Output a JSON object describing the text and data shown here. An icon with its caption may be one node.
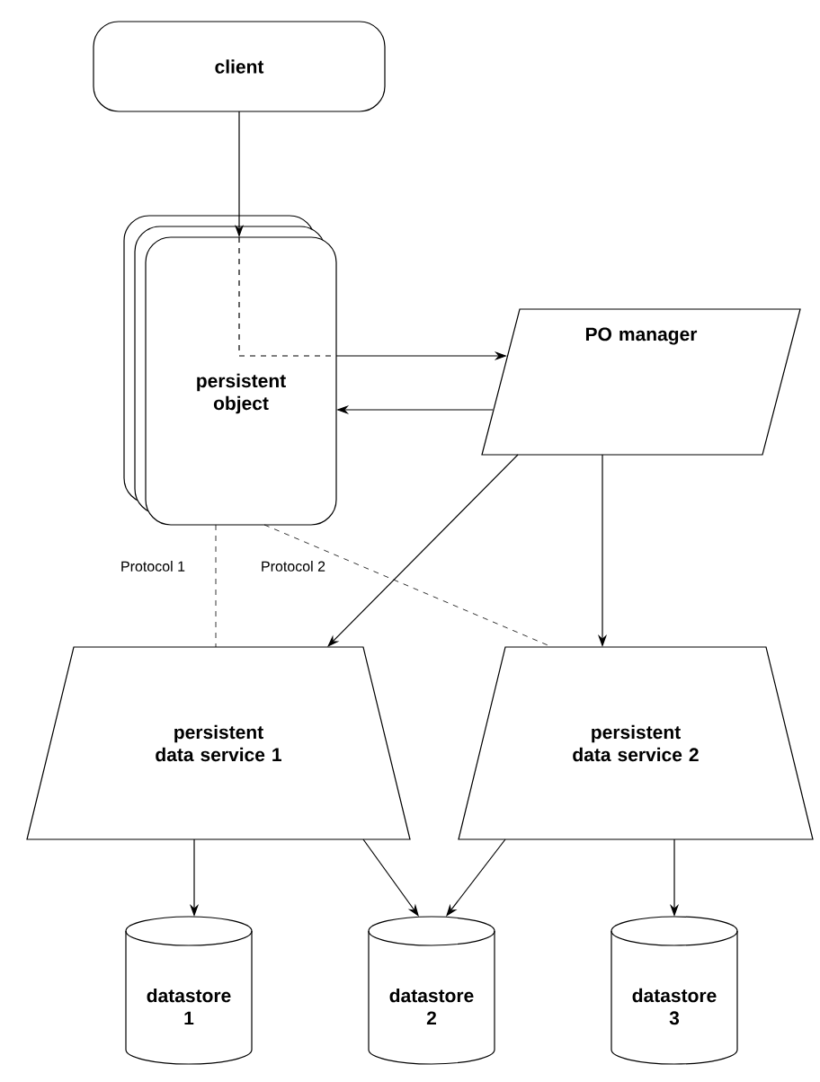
{
  "diagram": {
    "nodes": [
      {
        "text": [
          "client"
        ]
      },
      {
        "text": [
          "persistent object"
        ]
      },
      {
        "text": [
          "PO manager"
        ]
      },
      {
        "text": [
          "persistent data service 1"
        ]
      },
      {
        "text": [
          "persistent data service 2"
        ]
      },
      {
        "text": [
          "datastore 1"
        ]
      },
      {
        "text": [
          "datastore 2"
        ]
      },
      {
        "text": [
          "datastore 3"
        ]
      }
    ],
    "edges": [
      {
        "from": 0,
        "to": 1,
        "arrow": "to"
      },
      {
        "from": 1,
        "to": 2,
        "arrow": "to"
      },
      {
        "from": 2,
        "to": 1,
        "arrow": "to"
      },
      {
        "from": 2,
        "to": 3,
        "arrow": "to"
      },
      {
        "from": 2,
        "to": 4,
        "arrow": "to"
      },
      {
        "from": 1,
        "to": 3,
        "arrow": "none",
        "style": "dashed",
        "label": "Protocol 1"
      },
      {
        "from": 1,
        "to": 4,
        "arrow": "none",
        "style": "dashed",
        "label": "Protocol 2"
      },
      {
        "from": 3,
        "to": 5,
        "arrow": "to"
      },
      {
        "from": 3,
        "to": 6,
        "arrow": "to"
      },
      {
        "from": 4,
        "to": 6,
        "arrow": "to"
      },
      {
        "from": 4,
        "to": 7,
        "arrow": "to"
      }
    ]
  }
}
